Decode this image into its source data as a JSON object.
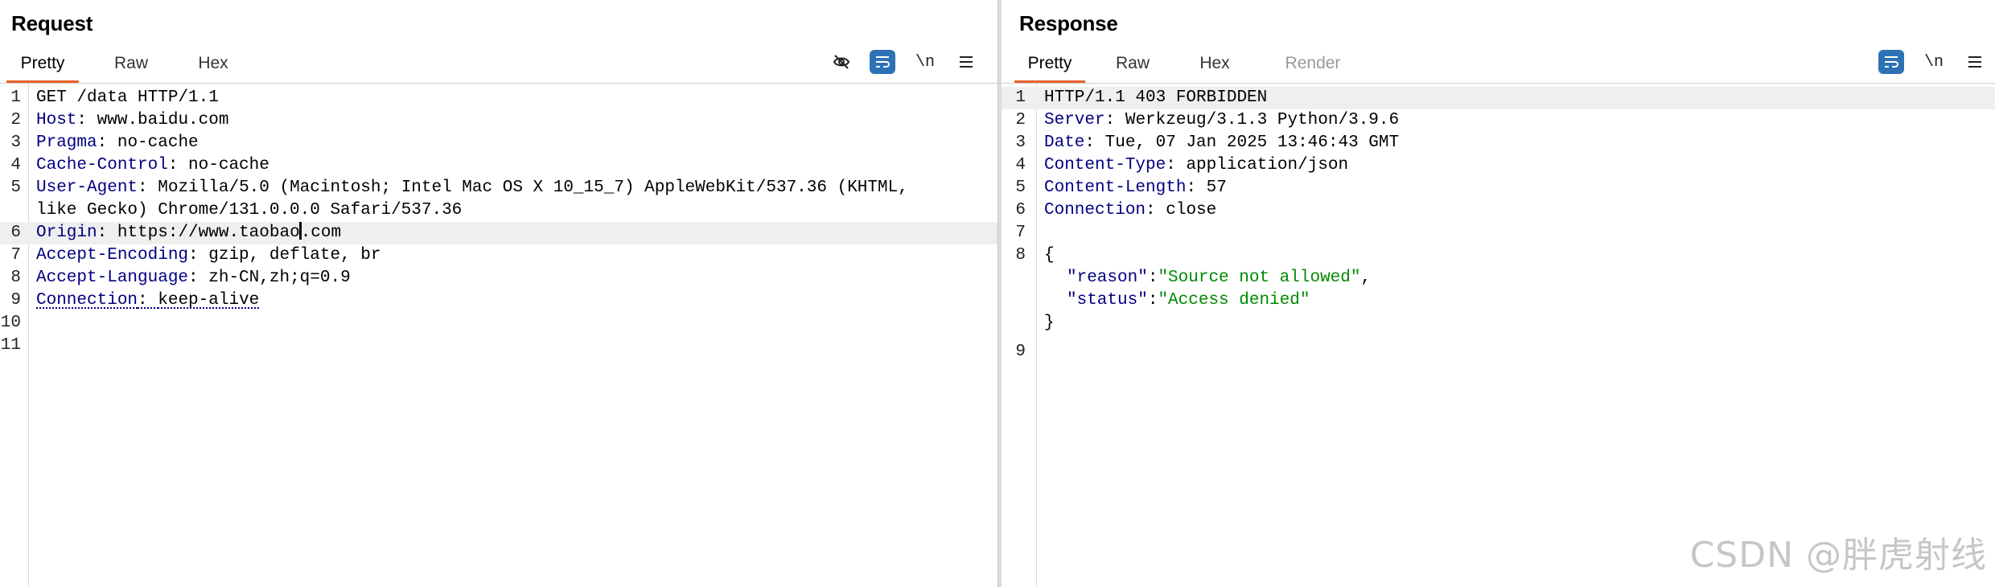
{
  "request": {
    "title": "Request",
    "tabs": [
      "Pretty",
      "Raw",
      "Hex"
    ],
    "active_tab": "Pretty",
    "toolbar": {
      "newline_label": "\\n"
    },
    "lines": [
      {
        "num": "1",
        "key": "",
        "sep": "",
        "value": "GET /data HTTP/1.1"
      },
      {
        "num": "2",
        "key": "Host",
        "sep": ": ",
        "value": "www.baidu.com"
      },
      {
        "num": "3",
        "key": "Pragma",
        "sep": ": ",
        "value": "no-cache"
      },
      {
        "num": "4",
        "key": "Cache-Control",
        "sep": ": ",
        "value": "no-cache"
      },
      {
        "num": "5",
        "key": "User-Agent",
        "sep": ": ",
        "value": "Mozilla/5.0 (Macintosh; Intel Mac OS X 10_15_7) AppleWebKit/537.36 (KHTML, like Gecko) Chrome/131.0.0.0 Safari/537.36"
      },
      {
        "num": "6",
        "key": "Origin",
        "sep": ": ",
        "value_pre": "https://www.taobao",
        "value_post": ".com"
      },
      {
        "num": "7",
        "key": "Accept-Encoding",
        "sep": ": ",
        "value": "gzip, deflate, br"
      },
      {
        "num": "8",
        "key": "Accept-Language",
        "sep": ": ",
        "value": "zh-CN,zh;q=0.9"
      },
      {
        "num": "9",
        "key": "Connection",
        "sep": ": ",
        "value": "keep-alive"
      },
      {
        "num": "10"
      },
      {
        "num": "11"
      }
    ]
  },
  "response": {
    "title": "Response",
    "tabs": [
      "Pretty",
      "Raw",
      "Hex",
      "Render"
    ],
    "active_tab": "Pretty",
    "toolbar": {
      "newline_label": "\\n"
    },
    "lines": [
      {
        "num": "1",
        "value": "HTTP/1.1 403 FORBIDDEN"
      },
      {
        "num": "2",
        "key": "Server",
        "sep": ": ",
        "value": "Werkzeug/3.1.3 Python/3.9.6"
      },
      {
        "num": "3",
        "key": "Date",
        "sep": ": ",
        "value": "Tue, 07 Jan 2025 13:46:43 GMT"
      },
      {
        "num": "4",
        "key": "Content-Type",
        "sep": ": ",
        "value": "application/json"
      },
      {
        "num": "5",
        "key": "Content-Length",
        "sep": ": ",
        "value": "57"
      },
      {
        "num": "6",
        "key": "Connection",
        "sep": ": ",
        "value": "close"
      },
      {
        "num": "7"
      },
      {
        "num": "8",
        "value": "{"
      },
      {
        "num": "",
        "json_key": "\"reason\"",
        "colon": ":",
        "json_val": "\"Source not allowed\"",
        "trail": ","
      },
      {
        "num": "",
        "json_key": "\"status\"",
        "colon": ":",
        "json_val": "\"Access denied\"",
        "trail": ""
      },
      {
        "num": "",
        "value": "}"
      },
      {
        "num": "9"
      }
    ]
  },
  "watermark": "CSDN @胖虎射线",
  "colors": {
    "accent": "#e8612c",
    "toolbar_active": "#2d72b4",
    "header_key": "#000080",
    "json_string": "#008a00"
  }
}
